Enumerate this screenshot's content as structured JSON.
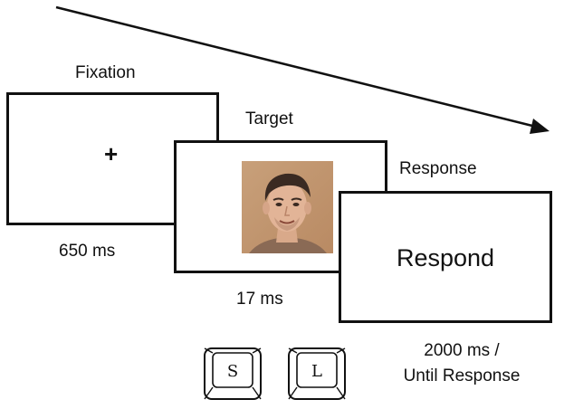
{
  "labels": {
    "fixation": "Fixation",
    "target": "Target",
    "response": "Response",
    "fixation_duration": "650 ms",
    "target_duration": "17 ms",
    "response_duration_line1": "2000 ms /",
    "response_duration_line2": "Until Response"
  },
  "screens": {
    "fixation_symbol": "+",
    "response_text": "Respond"
  },
  "keys": {
    "left": "S",
    "right": "L"
  },
  "icons": {
    "timeline": "arrow-icon",
    "target_image": "face-photo"
  }
}
